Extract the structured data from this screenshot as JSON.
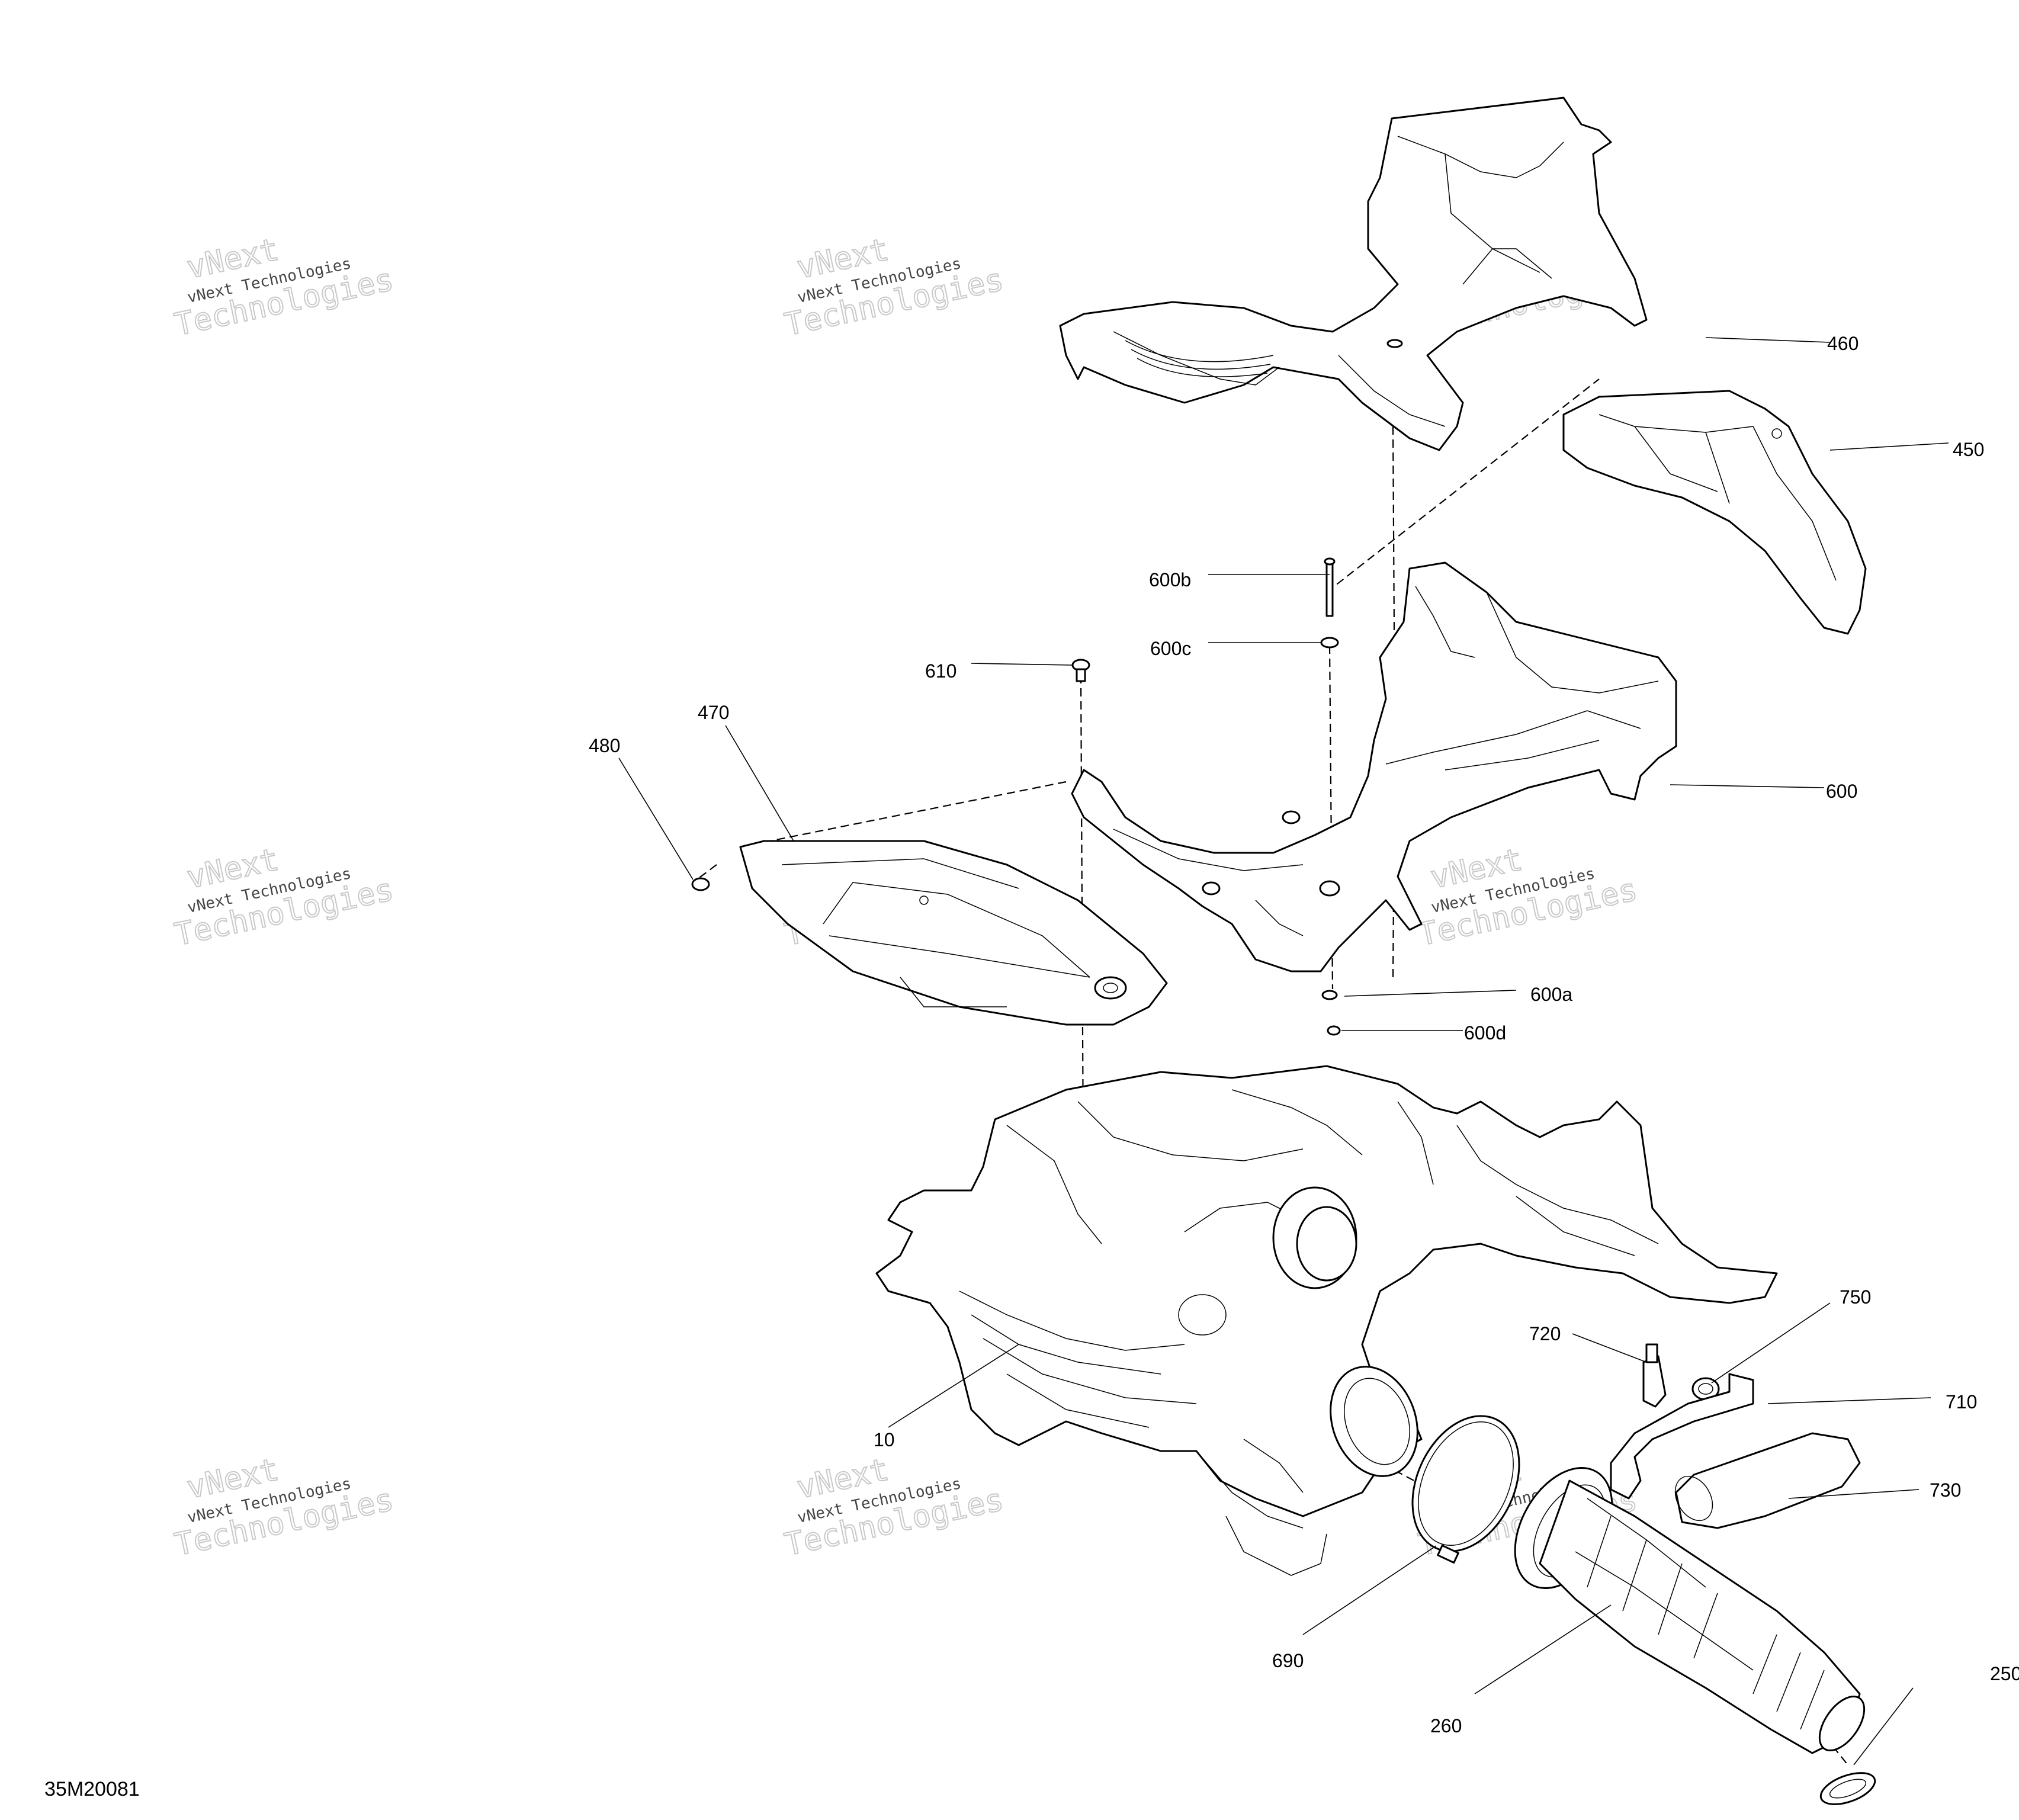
{
  "drawing": {
    "figure_id": "35M20081",
    "callouts": [
      {
        "key": "460",
        "label": "460"
      },
      {
        "key": "450",
        "label": "450"
      },
      {
        "key": "600b",
        "label": "600b"
      },
      {
        "key": "600c",
        "label": "600c"
      },
      {
        "key": "610",
        "label": "610"
      },
      {
        "key": "470",
        "label": "470"
      },
      {
        "key": "480",
        "label": "480"
      },
      {
        "key": "600",
        "label": "600"
      },
      {
        "key": "600a",
        "label": "600a"
      },
      {
        "key": "600d",
        "label": "600d"
      },
      {
        "key": "750",
        "label": "750"
      },
      {
        "key": "720",
        "label": "720"
      },
      {
        "key": "710",
        "label": "710"
      },
      {
        "key": "10",
        "label": "10"
      },
      {
        "key": "730",
        "label": "730"
      },
      {
        "key": "690",
        "label": "690"
      },
      {
        "key": "260",
        "label": "260"
      },
      {
        "key": "250",
        "label": "250"
      }
    ]
  },
  "watermark": {
    "line1": "vNext Technologies",
    "line2": "Technologies",
    "line3": "vNext"
  }
}
